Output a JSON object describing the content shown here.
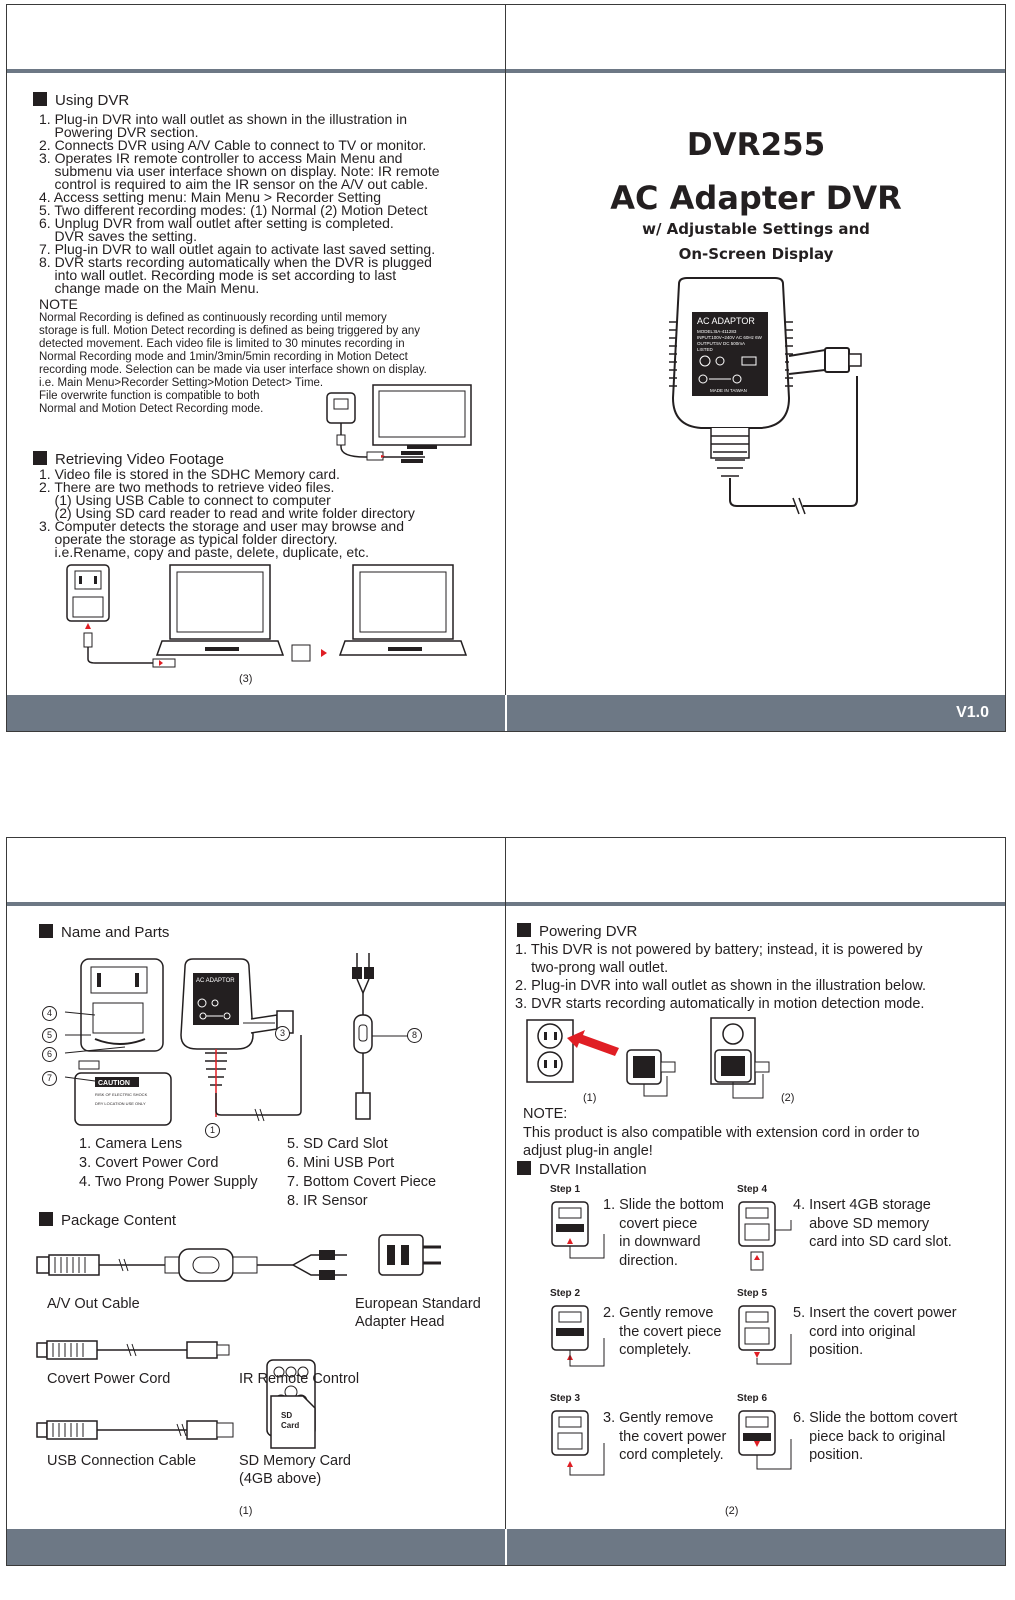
{
  "page1": {
    "using_dvr": {
      "heading": "Using DVR",
      "lines": [
        "1. Plug-in DVR into wall outlet as shown in the illustration in",
        "    Powering DVR section.",
        "2. Connects DVR using A/V Cable to connect to TV or monitor.",
        "3. Operates IR remote controller to access Main Menu and",
        "    submenu via user interface shown on display. Note: IR remote",
        "    control is required to aim the IR sensor on the A/V out cable.",
        "4. Access setting menu: Main Menu > Recorder Setting",
        "5. Two different recording modes: (1) Normal (2) Motion Detect",
        "6. Unplug DVR from wall outlet after setting is completed.",
        "    DVR saves the setting.",
        "7. Plug-in DVR to wall outlet again to activate last saved setting.",
        "8. DVR starts recording automatically when the DVR is plugged",
        "    into wall outlet. Recording mode is set according to last",
        "    change made on the Main Menu."
      ]
    },
    "note": {
      "title": "NOTE",
      "lines": [
        "Normal Recording is defined as continuously recording until memory",
        "storage is full. Motion Detect recording is defined as being triggered by any",
        "detected movement. Each video file is limited to 30 minutes recording in",
        "Normal Recording mode and 1min/3min/5min recording in Motion Detect",
        "recording mode. Selection can be made via user interface shown on display.",
        "i.e. Main Menu>Recorder Setting>Motion Detect> Time.",
        "File overwrite function is compatible to both",
        "Normal and Motion Detect Recording mode."
      ]
    },
    "retrieving": {
      "heading": "Retrieving Video Footage",
      "lines": [
        "1. Video file is stored in the SDHC Memory card.",
        "2. There are two methods to retrieve video files.",
        "    (1) Using USB Cable to connect to computer",
        "    (2) Using SD card reader to read and write folder directory",
        "3. Computer detects the storage and user may browse and",
        "    operate the storage as typical folder directory.",
        "    i.e.Rename, copy and paste, delete, duplicate, etc."
      ]
    },
    "page_number": "(3)"
  },
  "cover": {
    "model": "DVR255",
    "title": "AC Adapter DVR",
    "subtitle_line1": "w/ Adjustable Settings and",
    "subtitle_line2": "On-Screen Display",
    "adaptor_label": "AC ADAPTOR",
    "adaptor_model": "MODEL:BA-411283",
    "adaptor_input": "INPUT:100V~240V AC 60Hz 6W",
    "adaptor_output": "OUTPUT:5V  DC 500mA",
    "adaptor_listed": "LISTED",
    "adaptor_made": "MADE IN TAIWAN",
    "version": "V1.0"
  },
  "page2": {
    "name_parts": {
      "heading": "Name and Parts",
      "callouts": [
        "4",
        "5",
        "6",
        "7",
        "3",
        "1",
        "8"
      ],
      "caution_title": "CAUTION",
      "caution_text1": "RISK OF ELECTRIC SHOCK",
      "caution_text2": "DRY LOCATION USE ONLY",
      "adaptor_label": "AC ADAPTOR",
      "list_left": [
        "1. Camera Lens",
        "3. Covert Power Cord",
        "4. Two Prong Power Supply"
      ],
      "list_right": [
        "5. SD Card Slot",
        "6. Mini USB Port",
        "7. Bottom Covert Piece",
        "8. IR Sensor"
      ]
    },
    "package": {
      "heading": "Package Content",
      "av_cable": "A/V Out Cable",
      "adapter_head_line1": "European Standard",
      "adapter_head_line2": "Adapter Head",
      "power_cord": "Covert Power Cord",
      "remote": "IR Remote Control",
      "usb_cable": "USB Connection Cable",
      "sd_card_line1": "SD Memory Card",
      "sd_card_line2": "(4GB above)",
      "sd_icon_line1": "SD",
      "sd_icon_line2": "Card"
    },
    "page_number": "(1)"
  },
  "page3": {
    "powering": {
      "heading": "Powering DVR",
      "lines": [
        "1. This DVR is not powered by battery; instead, it is powered by",
        "    two-prong wall outlet.",
        "2. Plug-in DVR into wall outlet as shown in the illustration below.",
        "3. DVR starts  recording automatically in motion detection mode."
      ],
      "fig1": "(1)",
      "fig2": "(2)",
      "note_title": "NOTE:",
      "note_lines": [
        "This product is also compatible with extension cord in order to",
        "adjust plug-in angle!"
      ]
    },
    "installation": {
      "heading": "DVR Installation",
      "steps": [
        {
          "label": "Step 1",
          "lines": [
            "1. Slide the bottom",
            "    covert piece",
            "    in downward",
            "    direction."
          ]
        },
        {
          "label": "Step 4",
          "lines": [
            "4. Insert 4GB storage",
            "    above SD memory",
            "    card into SD card slot."
          ]
        },
        {
          "label": "Step 2",
          "lines": [
            "2. Gently remove",
            "    the covert piece",
            "    completely."
          ]
        },
        {
          "label": "Step 5",
          "lines": [
            "5. Insert the covert power",
            "    cord into original",
            "    position."
          ]
        },
        {
          "label": "Step 3",
          "lines": [
            "3. Gently remove",
            "    the covert power",
            "    cord completely."
          ]
        },
        {
          "label": "Step 6",
          "lines": [
            "6. Slide the bottom covert",
            "    piece back to original",
            "    position."
          ]
        }
      ]
    },
    "page_number": "(2)"
  },
  "colors": {
    "band": "#6d7885",
    "text": "#231f20",
    "arrow": "#e01e24"
  }
}
